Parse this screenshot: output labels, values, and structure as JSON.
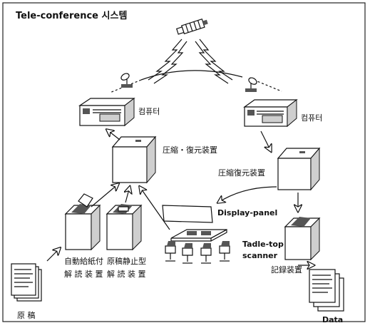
{
  "title": "Tele-conference 시스템",
  "labels": {
    "computer_left": "컴퓨터",
    "computer_right": "컴퓨터",
    "compress_left": "圧縮・復元装置",
    "compress_right": "圧縮復元装置",
    "display_panel": "Display-panel",
    "table_top_line1": "Tadle-top",
    "table_top_line2": "scanner",
    "reader_auto_line1": "自動給紙付",
    "reader_auto_line2": "解 読 装 置",
    "reader_static_line1": "原稿静止型",
    "reader_static_line2": "解 読 装 置",
    "recorder": "記録装置",
    "source_docs": "原 稿",
    "data": "Data"
  },
  "icons": {
    "satellite": "satellite-icon",
    "antenna": "dish-antenna-icon",
    "computer": "computer-terminal-icon",
    "cube": "compressor-unit-icon",
    "reader": "document-reader-icon",
    "document": "document-stack-icon",
    "conference": "conference-table-icon"
  }
}
